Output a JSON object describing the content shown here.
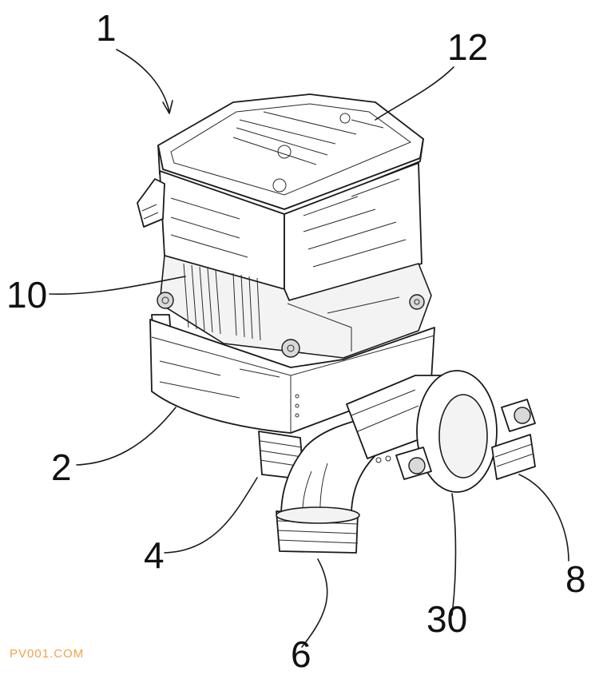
{
  "figure": {
    "reference_labels": [
      "1",
      "12",
      "10",
      "2",
      "4",
      "6",
      "30",
      "8"
    ]
  },
  "watermark": "PV001.COM"
}
